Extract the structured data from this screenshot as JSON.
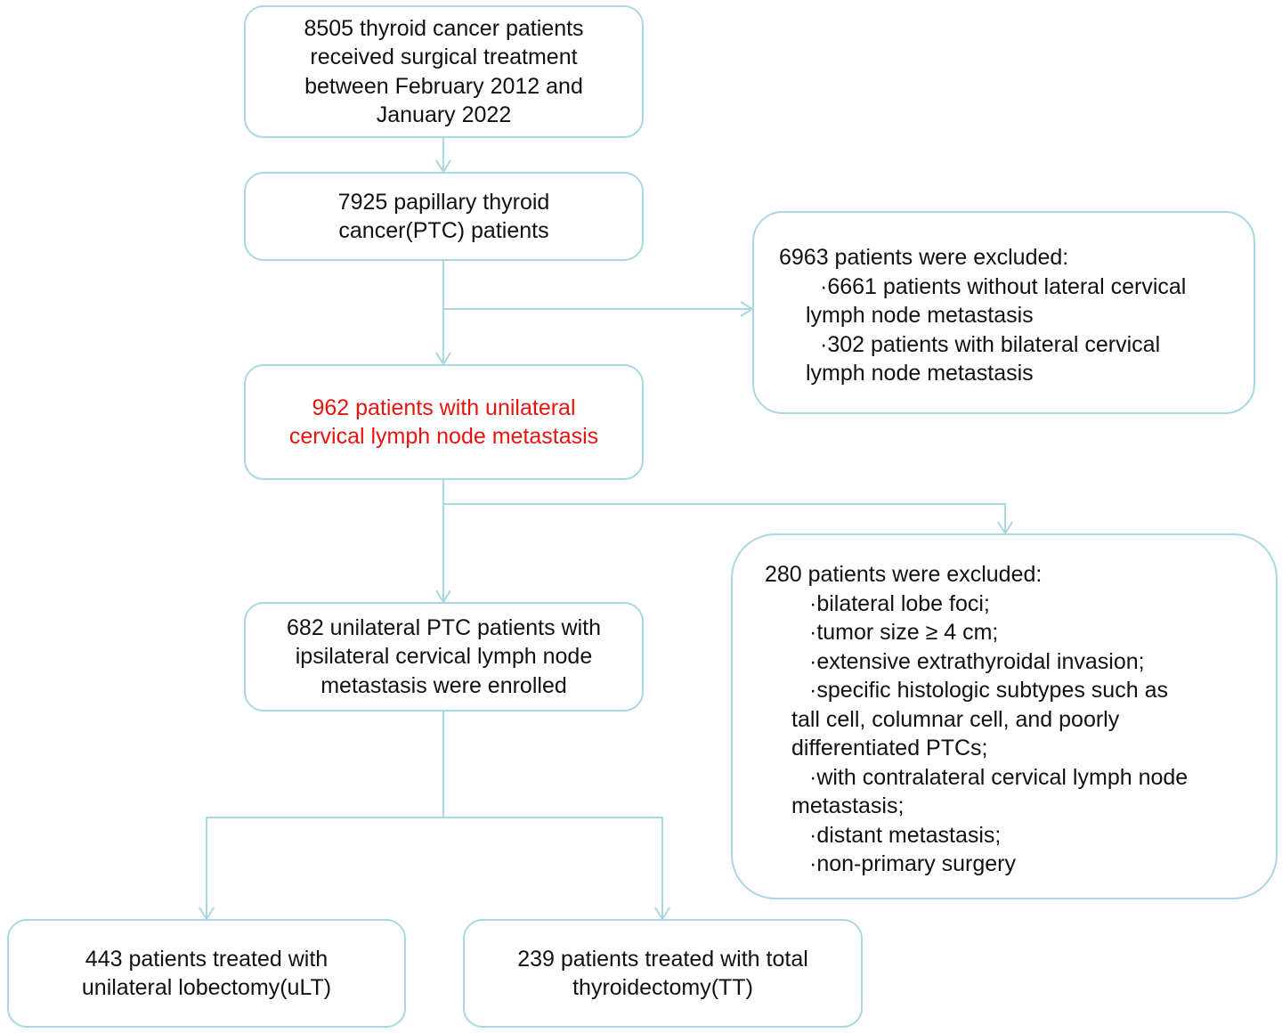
{
  "colors": {
    "border": "#a9d7e2",
    "arrow": "#a9d7e2",
    "highlight": "#e8140f",
    "text": "#111111"
  },
  "boxes": {
    "total": {
      "lines": [
        "8505 thyroid cancer patients",
        "received surgical treatment",
        "between February 2012 and",
        "January 2022"
      ]
    },
    "ptc": {
      "lines": [
        "7925 papillary thyroid",
        "cancer(PTC) patients"
      ]
    },
    "exclusion1": {
      "heading": "6963 patients were excluded:",
      "items": [
        {
          "line1": "·6661 patients without lateral cervical",
          "line2": "lymph node metastasis"
        },
        {
          "line1": "·302 patients with bilateral cervical",
          "line2": "lymph node metastasis"
        }
      ]
    },
    "unilateral": {
      "lines": [
        "962 patients with unilateral",
        "cervical lymph node metastasis"
      ]
    },
    "exclusion2": {
      "heading": "280 patients were excluded:",
      "items": [
        {
          "line1": "·bilateral lobe foci;"
        },
        {
          "line1": "·tumor size ≥ 4 cm;"
        },
        {
          "line1": "·extensive extrathyroidal invasion;"
        },
        {
          "line1": "·specific histologic subtypes such as",
          "line2": "tall cell, columnar cell, and poorly",
          "line3": "differentiated PTCs;"
        },
        {
          "line1": "·with contralateral cervical lymph node",
          "line2": "metastasis;"
        },
        {
          "line1": "·distant metastasis;"
        },
        {
          "line1": "·non-primary surgery"
        }
      ]
    },
    "enrolled": {
      "lines": [
        "682 unilateral PTC patients with",
        "ipsilateral cervical lymph node",
        "metastasis were enrolled"
      ]
    },
    "ult": {
      "lines": [
        "443 patients treated with",
        "unilateral lobectomy(uLT)"
      ]
    },
    "tt": {
      "lines": [
        "239 patients treated with total",
        "thyroidectomy(TT)"
      ]
    }
  }
}
